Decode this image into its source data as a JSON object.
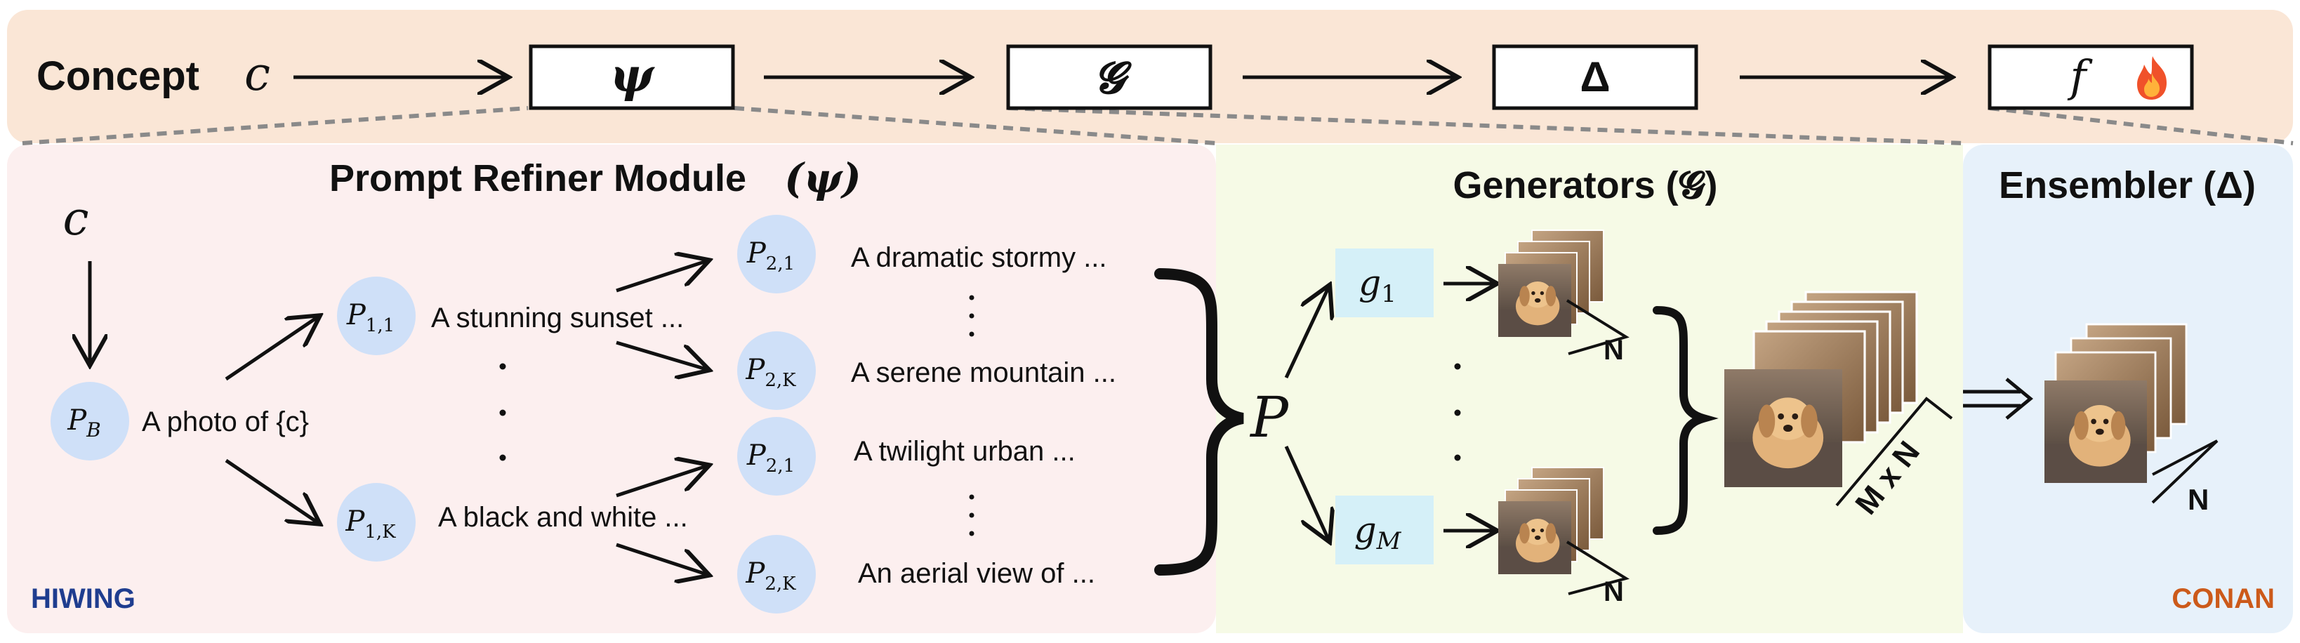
{
  "top_bar": {
    "concept_label": "Concept",
    "concept_symbol": "c",
    "stages": [
      "ψ",
      "𝓖",
      "Δ",
      "f"
    ],
    "fire_icon": "fire-icon"
  },
  "refiner": {
    "title": "Prompt Refiner Module",
    "title_symbol": "(ψ)",
    "input_symbol": "c",
    "base_node": "P",
    "base_sub": "B",
    "base_text": "A photo of {c}",
    "level1": [
      {
        "node": "P",
        "sub": "1,1",
        "text": "A stunning sunset ..."
      },
      {
        "node": "P",
        "sub": "1,K",
        "text": "A black and white ..."
      }
    ],
    "level2": [
      {
        "node": "P",
        "sub": "2,1",
        "text": "A dramatic stormy ..."
      },
      {
        "node": "P",
        "sub": "2,K",
        "text": "A serene mountain ..."
      },
      {
        "node": "P",
        "sub": "2,1",
        "text": "A twilight urban ..."
      },
      {
        "node": "P",
        "sub": "2,K",
        "text": "An aerial view of ..."
      }
    ],
    "brand": "HIWING"
  },
  "generators": {
    "title": "Generators (𝓖)",
    "prompt_set": "P",
    "g_top": "g",
    "g_top_sub": "1",
    "g_bottom": "g",
    "g_bottom_sub": "M",
    "n_label_top": "N",
    "n_label_bottom": "N",
    "mxn_label": "M x N"
  },
  "ensembler": {
    "title": "Ensembler (Δ)",
    "n_label": "N",
    "brand": "CONAN"
  },
  "colors": {
    "top_bar": "#fae6d6",
    "refiner_bg": "#fcefef",
    "generators_bg": "#f6fae6",
    "ensembler_bg": "#e7f1fa",
    "node": "#cfe0f8",
    "g_box": "#d5f0f8",
    "hiwing": "#1f3d8f",
    "conan": "#cc5a1a"
  }
}
